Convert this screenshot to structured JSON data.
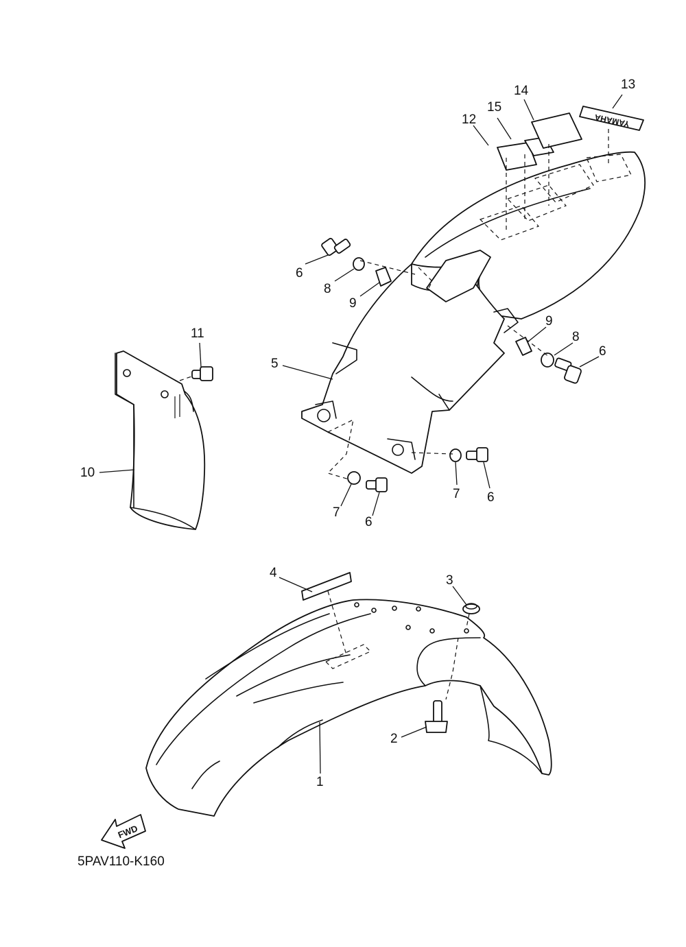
{
  "diagram": {
    "code": "5PAV110-K160",
    "direction_label": "FWD",
    "decal_text": "YAMAHA",
    "callouts": {
      "c1": "1",
      "c2": "2",
      "c3": "3",
      "c4": "4",
      "c5": "5",
      "c6a": "6",
      "c6b": "6",
      "c6c": "6",
      "c6d": "6",
      "c7a": "7",
      "c7b": "7",
      "c8a": "8",
      "c8b": "8",
      "c9a": "9",
      "c9b": "9",
      "c10": "10",
      "c11": "11",
      "c12": "12",
      "c13": "13",
      "c14": "14",
      "c15": "15"
    }
  }
}
